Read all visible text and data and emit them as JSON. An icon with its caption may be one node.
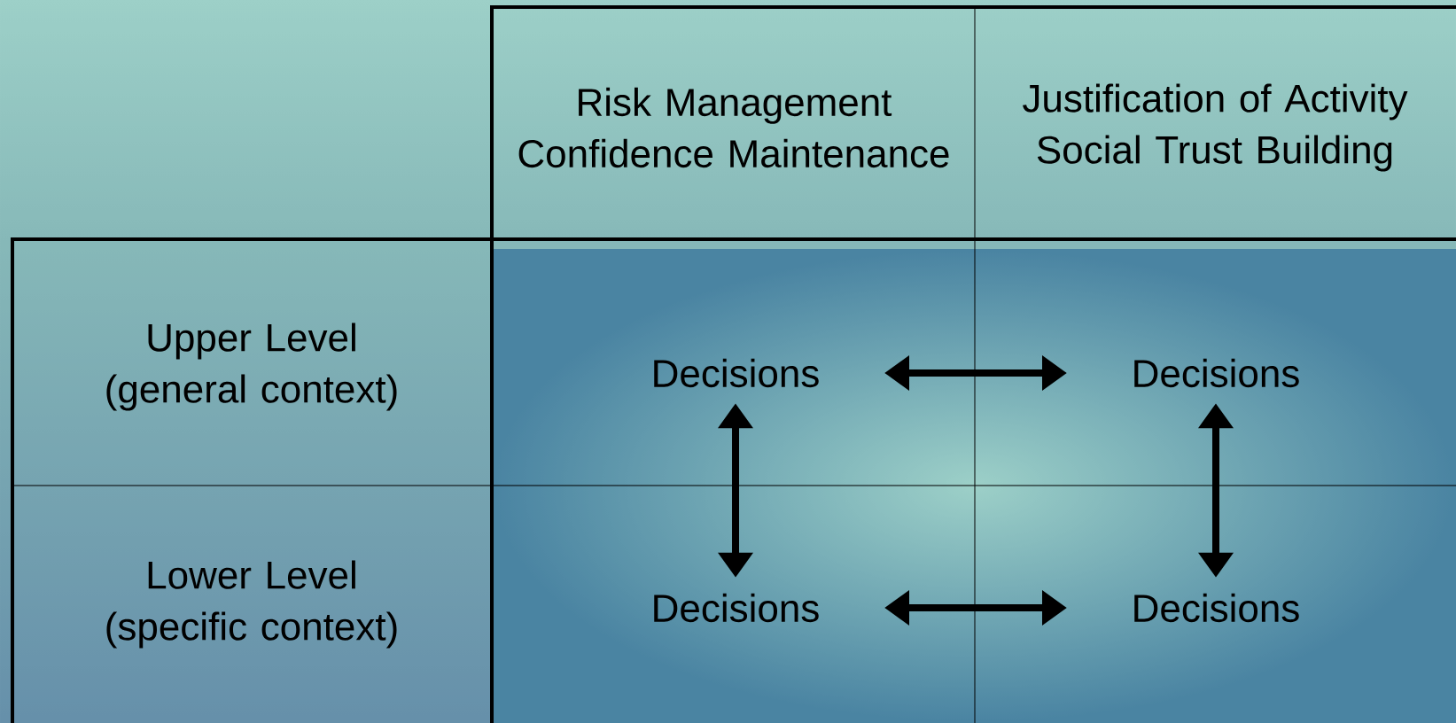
{
  "diagram": {
    "nodes": [
      {
        "text": [
          "Risk Management Confidence Maintenance"
        ]
      },
      {
        "text": [
          "Justification of Activity Social Trust Building"
        ]
      },
      {
        "text": [
          "Upper Level (general context)"
        ]
      },
      {
        "text": [
          "Lower Level (specific context)"
        ]
      },
      {
        "text": [
          "Decisions"
        ]
      },
      {
        "text": [
          "Decisions"
        ]
      },
      {
        "text": [
          "Decisions"
        ]
      },
      {
        "text": [
          "Decisions"
        ]
      }
    ],
    "edges": [
      {
        "from": 4,
        "to": 5,
        "arrow": "both"
      },
      {
        "from": 4,
        "to": 6,
        "arrow": "both"
      },
      {
        "from": 5,
        "to": 7,
        "arrow": "both"
      },
      {
        "from": 6,
        "to": 7,
        "arrow": "both"
      }
    ]
  }
}
